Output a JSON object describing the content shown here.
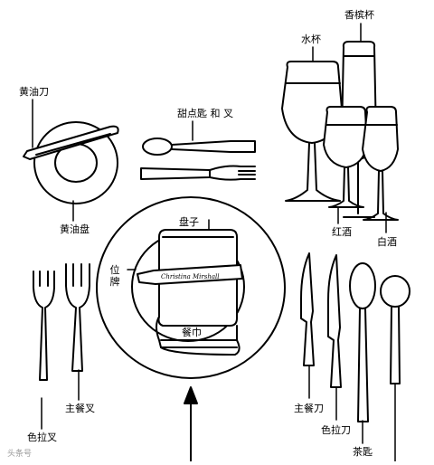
{
  "labels": {
    "champagne_glass": "香槟杯",
    "water_glass": "水杯",
    "butter_knife": "黄油刀",
    "dessert_spoon_fork": "甜点匙 和 叉",
    "bread_plate": "黄油盘",
    "red_wine": "红酒",
    "white_wine": "白酒",
    "plate": "盘子",
    "place_card": "位牌",
    "napkin": "餐巾",
    "dinner_fork": "主餐叉",
    "salad_fork": "色拉叉",
    "dinner_knife": "主餐刀",
    "salad_knife": "色拉刀",
    "tea_spoon": "茶匙"
  },
  "place_card_text": "Christina Mirshall",
  "watermark": "头条号"
}
